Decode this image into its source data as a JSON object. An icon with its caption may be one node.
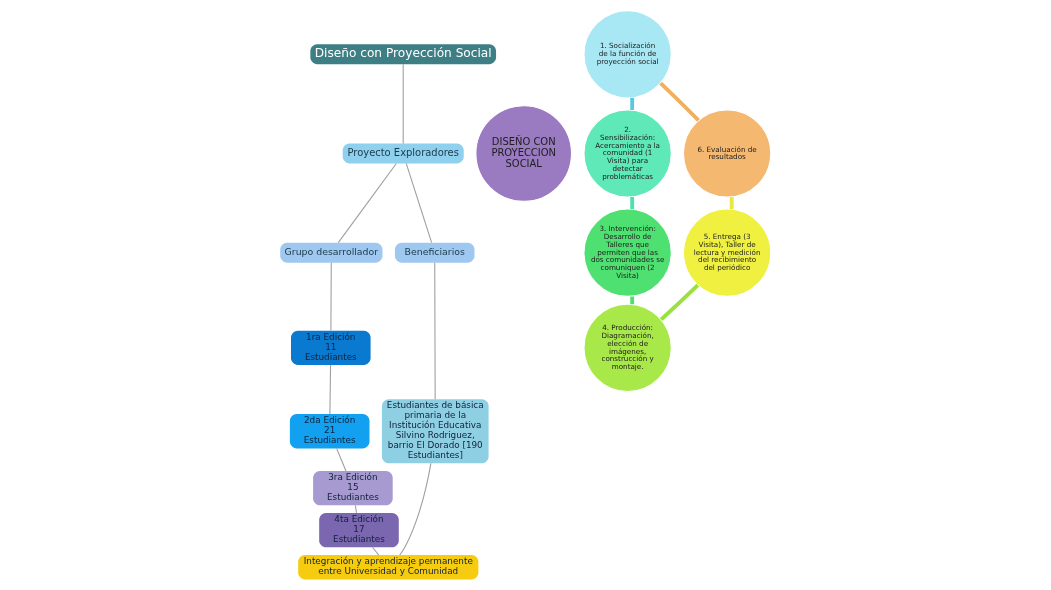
{
  "diagram": {
    "nodes": [
      {
        "text": [
          "Diseño con Proyección Social"
        ]
      },
      {
        "text": [
          "Proyecto Exploradores"
        ]
      },
      {
        "text": [
          "Grupo desarrollador"
        ]
      },
      {
        "text": [
          "Beneficiarios"
        ]
      },
      {
        "text": [
          "1ra Edición 11 Estudiantes"
        ]
      },
      {
        "text": [
          "2da Edición 21 Estudiantes"
        ]
      },
      {
        "text": [
          "3ra Edición 15 Estudiantes"
        ]
      },
      {
        "text": [
          "4ta Edición 17 Estudiantes"
        ]
      },
      {
        "text": [
          "Estudiantes de básica primaria de la Institución Educativa Silvino Rodriguez, barrio El Dorado [190 Estudiantes]"
        ]
      },
      {
        "text": [
          "Integración y aprendizaje permanente entre Universidad y Comunidad"
        ]
      },
      {
        "text": [
          "DISEÑO CON PROYECCION SOCIAL"
        ]
      },
      {
        "text": [
          "1. Socialización de la función de proyección social"
        ]
      },
      {
        "text": [
          "2. Sensibilización: Acercamiento a la comunidad (1 Visita) para detectar problemáticas"
        ]
      },
      {
        "text": [
          "3. Intervención: Desarrollo de Talleres que permiten que las dos comunidades se comuniquen (2 Visita)"
        ]
      },
      {
        "text": [
          "4. Producción: Diagramación, elección de imágenes, construcción y montaje."
        ]
      },
      {
        "text": [
          "5. Entrega (3 Visita), Taller de lectura y medición del recibimiento del periódico"
        ]
      },
      {
        "text": [
          "6. Evaluación de resultados"
        ]
      }
    ],
    "edges": [
      {
        "from": 0,
        "to": 1,
        "arrow": "none"
      },
      {
        "from": 1,
        "to": 2,
        "arrow": "none"
      },
      {
        "from": 1,
        "to": 3,
        "arrow": "none"
      },
      {
        "from": 2,
        "to": 4,
        "arrow": "none"
      },
      {
        "from": 4,
        "to": 5,
        "arrow": "none"
      },
      {
        "from": 5,
        "to": 6,
        "arrow": "none"
      },
      {
        "from": 6,
        "to": 7,
        "arrow": "none"
      },
      {
        "from": 7,
        "to": 9,
        "arrow": "none"
      },
      {
        "from": 3,
        "to": 8,
        "arrow": "none"
      },
      {
        "from": 8,
        "to": 9,
        "arrow": "none"
      },
      {
        "from": 11,
        "to": 12,
        "arrow": "none",
        "style": "thick",
        "color": "#5bc8e0"
      },
      {
        "from": 12,
        "to": 13,
        "arrow": "none",
        "style": "thick",
        "color": "#4fe0b0"
      },
      {
        "from": 13,
        "to": 14,
        "arrow": "none",
        "style": "thick",
        "color": "#4ddf70"
      },
      {
        "from": 14,
        "to": 15,
        "arrow": "none",
        "style": "thick",
        "color": "#99e040"
      },
      {
        "from": 15,
        "to": 16,
        "arrow": "none",
        "style": "thick",
        "color": "#e8e840"
      },
      {
        "from": 16,
        "to": 11,
        "arrow": "none",
        "style": "thick",
        "color": "#f0b060"
      }
    ]
  }
}
